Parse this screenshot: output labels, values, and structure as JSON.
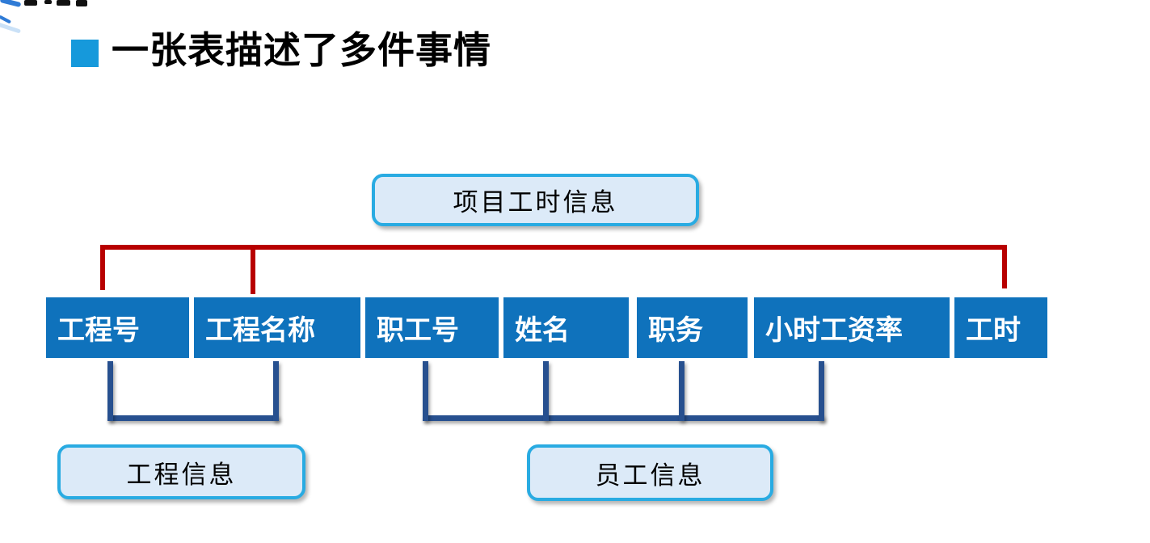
{
  "heading": {
    "text": "一张表描述了多件事情",
    "bullet_color": "#1699db"
  },
  "diagram": {
    "top_box_label": "项目工时信息",
    "table_columns": [
      "工程号",
      "工程名称",
      "职工号",
      "姓名",
      "职务",
      "小时工资率",
      "工时"
    ],
    "bottom_boxes": [
      {
        "label": "工程信息"
      },
      {
        "label": "员工信息"
      }
    ],
    "colors": {
      "column_cell_bg": "#0f72bc",
      "column_cell_text": "#ffffff",
      "top_bracket_line": "#b80000",
      "bottom_bracket_line": "#27508f",
      "label_box_fill": "#dceaf8",
      "label_box_border": "#29abe2"
    }
  }
}
